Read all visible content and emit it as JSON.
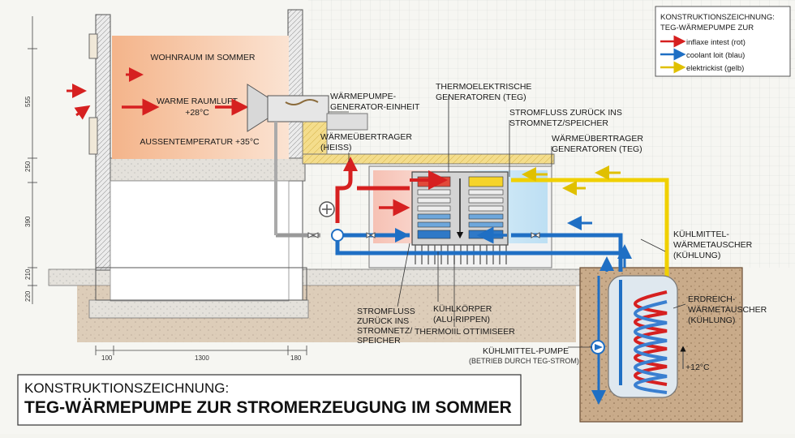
{
  "legend": {
    "title_line1": "KONSTRUKTIONSZEICHNUNG:",
    "title_line2": "TEG-WÄRMEPUMPE ZUR",
    "items": [
      {
        "label": "inflaxe intest (rot)",
        "color": "#d62020"
      },
      {
        "label": "coolant loit (blau)",
        "color": "#1f6fc4"
      },
      {
        "label": "elektrickist (gelb)",
        "color": "#f0d000"
      }
    ]
  },
  "room": {
    "title": "WOHNRAUM IM SOMMER",
    "air_line1": "WARME RAUMLUFT",
    "air_line2": "+28°C",
    "outside_temp": "AUSSENTEMPERATUR +35°C"
  },
  "labels": {
    "heatpump_unit_1": "WÄRMEPUMPE-",
    "heatpump_unit_2": "GENERATOR-EINHEIT",
    "hot_exchanger_1": "WÄRMEÜBERTRAGER",
    "hot_exchanger_2": "(HEISS)",
    "teg_1": "THERMOELEKTRISCHE",
    "teg_2": "GENERATOREN (TEG)",
    "power_return_top_1": "STROMFLUSS ZURÜCK INS",
    "power_return_top_2": "STROMNETZ/SPEICHER",
    "exchanger_teg_1": "WÄRMEÜBERTRAGER",
    "exchanger_teg_2": "GENERATOREN (TEG)",
    "coolant_exchanger_1": "KÜHLMITTEL-",
    "coolant_exchanger_2": "WÄRMETAUSCHER",
    "coolant_exchanger_3": "(KÜHLUNG)",
    "ground_exchanger_1": "ERDREICH-",
    "ground_exchanger_2": "WÄRMETAUSCHER",
    "ground_exchanger_3": "(KÜHLUNG)",
    "power_return_bottom_1": "STROMFLUSS",
    "power_return_bottom_2": "ZURÜCK INS",
    "power_return_bottom_3": "STROMNETZ/",
    "power_return_bottom_4": "SPEICHER",
    "heatsink_1": "KÜHLKÖRPER",
    "heatsink_2": "(ALU-RIPPEN)",
    "thermal_optimizer": "THERMOIIL OTTIMISEER",
    "pump_1": "KÜHLMITTEL-PUMPE",
    "pump_2": "(BETRIEB DURCH TEG-STROM)",
    "ground_temp": "+12°C"
  },
  "dimensions": {
    "h1": "100",
    "h2": "1300",
    "h3": "180",
    "v1": "555",
    "v2": "250",
    "v3": "390",
    "v4": "210",
    "v5": "220"
  },
  "title_block": {
    "line1": "KONSTRUKTIONSZEICHNUNG:",
    "line2": "TEG-WÄRMEPUMPE ZUR STROMERZEUGUNG IM SOMMER"
  },
  "colors": {
    "hot": "#d62020",
    "cold": "#1f6fc4",
    "electric": "#f0d000",
    "room_warm": "#f6c9a6"
  }
}
